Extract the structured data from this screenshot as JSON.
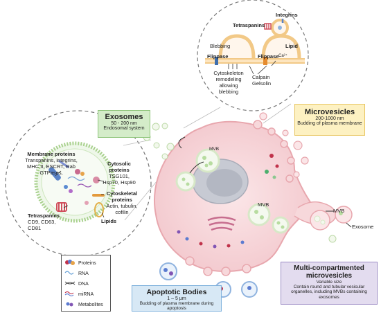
{
  "exosomes": {
    "title": "Exosomes",
    "size": "50 - 200 nm",
    "origin": "Endosomal system"
  },
  "microvesicles": {
    "title": "Microvesicles",
    "size": "200-1000 nm",
    "origin": "Budding of plasma membrane"
  },
  "apoptotic_bodies": {
    "title": "Apoptotic Bodies",
    "size": "1 – 5 μm",
    "origin": "Budding of plasma membrane during apoptosis"
  },
  "multi_compartmented": {
    "title": "Multi-compartmented microvesicles",
    "size": "Variable size",
    "description": "Contain round and tubular vesicular organelles, including MVBs containing exosomes"
  },
  "exosome_inset": {
    "membrane_proteins_title": "Membrane proteins",
    "membrane_proteins_body": "Transpanins, integrins, MHC II, ESCRT, Rab GTPases,",
    "cytosolic_title": "Cytosolic proteins",
    "cytosolic_body": "TSG101, Hsp70, Hsp90",
    "cytoskeletal_title": "Cytoskeletal proteins",
    "cytoskeletal_body": "Actin, tubulin, cofilin",
    "tetraspanins_title": "Tetraspanins",
    "tetraspanins_body": "CD9, CD63, CD81",
    "lipids": "Lipids"
  },
  "microvesicle_inset": {
    "tetraspanins": "Tetraspanins",
    "integrins": "Integrins",
    "blebbing": "Blebbing",
    "lipid": "Lipid",
    "flippase_left": "Flippase",
    "flippase_right": "Flippase",
    "ca_ion": "Ca²⁺",
    "cytoskeleton": "Cytoskeleton remodeling allowing blebbing",
    "calpain": "Calpain",
    "gelsolin": "Gelsolin"
  },
  "cell_labels": {
    "mvb_top": "MVB",
    "mvb_right": "MVB",
    "mvb_out": "MVB",
    "exosome_out": "Exosome"
  },
  "legend": {
    "items": [
      {
        "icon": "proteins-icon",
        "label": "Proteins"
      },
      {
        "icon": "rna-icon",
        "label": "RNA"
      },
      {
        "icon": "dna-icon",
        "label": "DNA"
      },
      {
        "icon": "mirna-icon",
        "label": "miRNA"
      },
      {
        "icon": "metabolites-icon",
        "label": "Metabolites"
      }
    ]
  },
  "colors": {
    "cell_fill": "#f5d3d6",
    "cell_stroke": "#e8a7ae",
    "exosomes_box": "#d4ecc9",
    "microvesicles_box": "#fdf1c2",
    "apoptotic_box": "#d7e8f5",
    "multi_box": "#e3dcef"
  }
}
